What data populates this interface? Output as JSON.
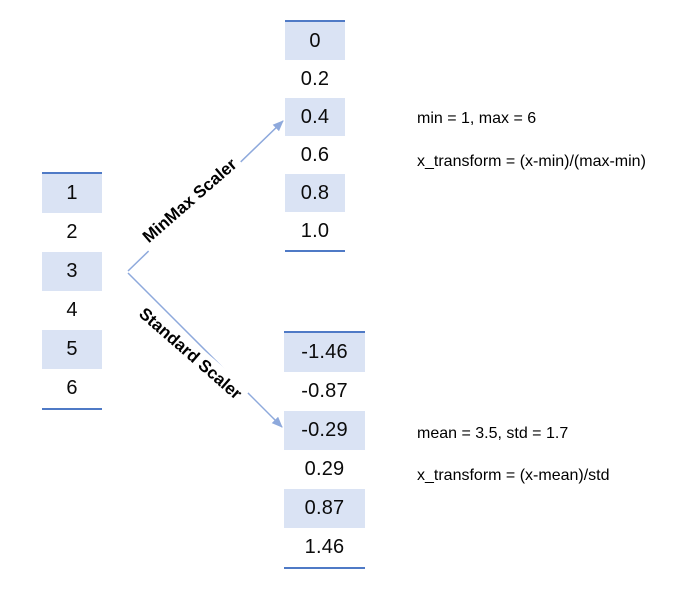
{
  "input_column": {
    "values": [
      "1",
      "2",
      "3",
      "4",
      "5",
      "6"
    ]
  },
  "minmax": {
    "label": "MinMax Scaler",
    "values": [
      "0",
      "0.2",
      "0.4",
      "0.6",
      "0.8",
      "1.0"
    ],
    "note_stats": "min = 1, max = 6",
    "note_formula": "x_transform = (x-min)/(max-min)"
  },
  "standard": {
    "label": "Standard Scaler",
    "values": [
      "-1.46",
      "-0.87",
      "-0.29",
      "0.29",
      "0.87",
      "1.46"
    ],
    "note_stats": "mean = 3.5, std = 1.7",
    "note_formula": "x_transform = (x-mean)/std"
  },
  "colors": {
    "cell_fill": "#dae3f4",
    "column_rule": "#4f7ac6",
    "arrow": "#8ea9dc",
    "text": "#000000"
  }
}
